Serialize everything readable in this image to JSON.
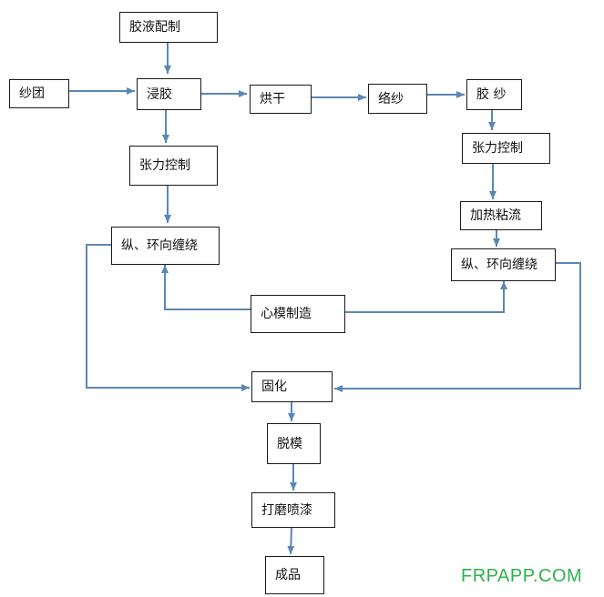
{
  "nodes": {
    "glue_prep": "胶液配制",
    "yarn_ball": "纱团",
    "dipping": "浸胶",
    "drying": "烘干",
    "winding_yarn": "络纱",
    "glued_yarn": "胶 纱",
    "tension_left": "张力控制",
    "tension_right": "张力控制",
    "heat_tack": "加热粘流",
    "wind_left": "纵、环向缠绕",
    "wind_right": "纵、环向缠绕",
    "mandrel": "心模制造",
    "curing": "固化",
    "demold": "脱模",
    "finish": "打磨喷漆",
    "product": "成品"
  },
  "watermark": "FRPAPP.COM",
  "colors": {
    "arrow": "#5b87b5",
    "border": "#1a1a1a",
    "watermark": "#2db34a"
  }
}
